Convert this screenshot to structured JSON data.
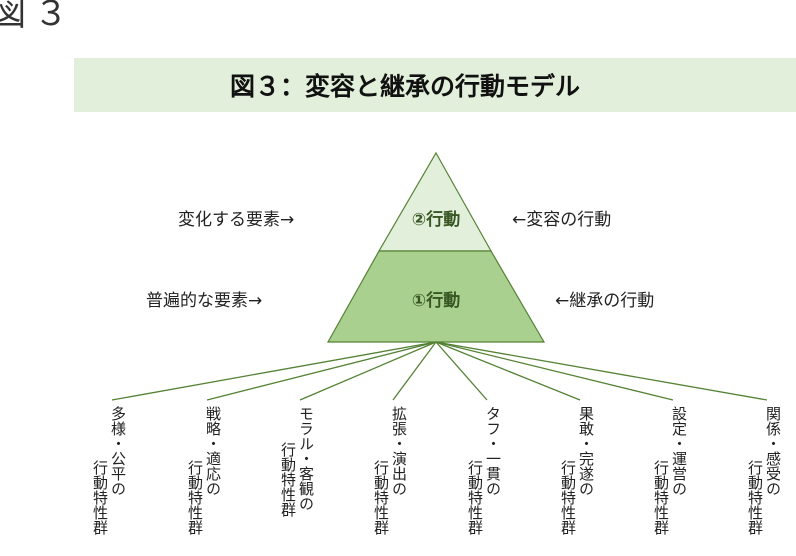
{
  "figure_label": "図３",
  "title": "図３：変容と継承の行動モデル",
  "pyramid": {
    "top_tier": "②行動",
    "bottom_tier": "①行動",
    "left_top": "変化する要素→",
    "left_bottom": "普遍的な要素→",
    "right_top": "←変容の行動",
    "right_bottom": "←継承の行動"
  },
  "colors": {
    "banner": "#e2efda",
    "top_tier": "#e2efda",
    "bottom_tier": "#a9d08e",
    "line": "#548235"
  },
  "groups": [
    {
      "name": "多様・公平の",
      "suffix": "行動特性群"
    },
    {
      "name": "戦略・適応の",
      "suffix": "行動特性群"
    },
    {
      "name": "モラル・客観の",
      "suffix": "行動特性群"
    },
    {
      "name": "拡張・演出の",
      "suffix": "行動特性群"
    },
    {
      "name": "タフ・一貫の",
      "suffix": "行動特性群"
    },
    {
      "name": "果敢・完遂の",
      "suffix": "行動特性群"
    },
    {
      "name": "設定・運営の",
      "suffix": "行動特性群"
    },
    {
      "name": "関係・感受の",
      "suffix": "行動特性群"
    }
  ]
}
